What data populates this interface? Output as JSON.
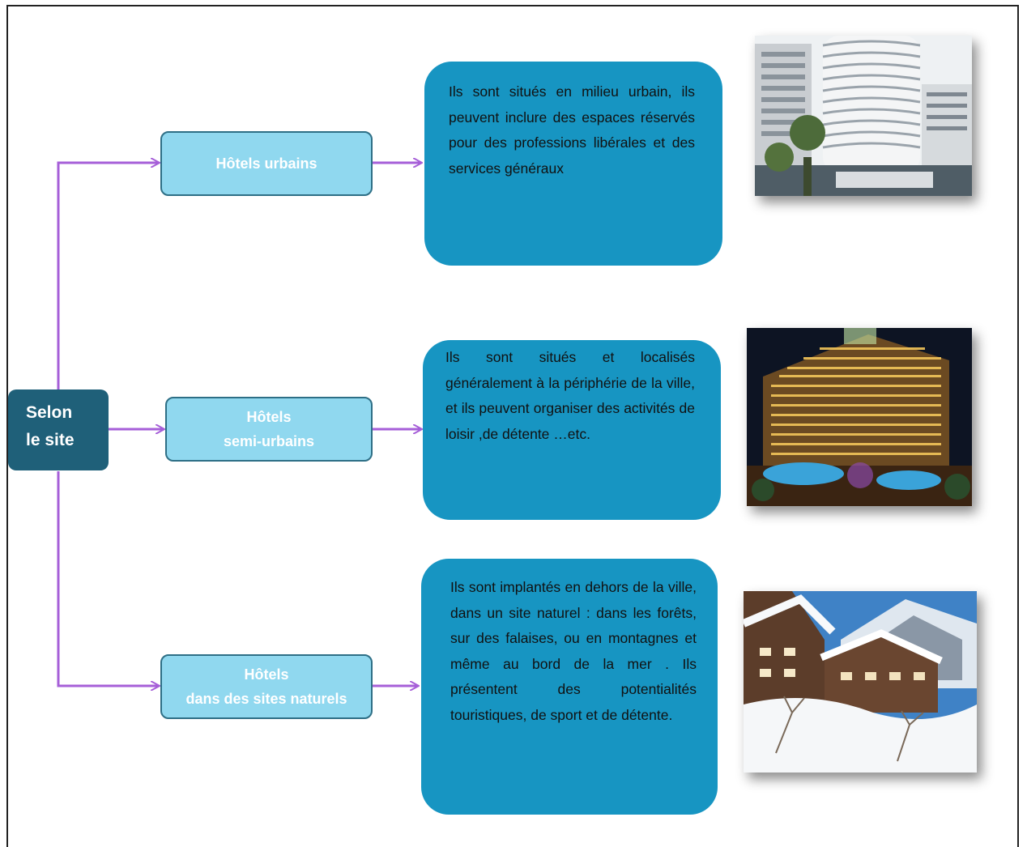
{
  "root": {
    "line1": "Selon",
    "line2": "le site"
  },
  "categories": [
    {
      "lines": [
        "Hôtels urbains"
      ]
    },
    {
      "lines": [
        "Hôtels",
        "semi-urbains"
      ]
    },
    {
      "lines": [
        "Hôtels",
        "dans des sites naturels"
      ]
    }
  ],
  "descriptions": [
    "Ils sont situés en milieu urbain, ils peuvent inclure des espaces réservés pour des professions libérales et des services généraux",
    "Ils sont situés et localisés généralement à la périphérie de la ville, et ils peuvent organiser des activités de loisir ,de détente …etc.",
    "Ils sont implantés en dehors de la ville, dans un site naturel : dans les forêts, sur des falaises, ou en montagnes et même au bord de la mer . Ils présentent des potentialités touristiques, de sport et de détente."
  ],
  "photos": [
    {
      "subject": "urban-hotel-towers"
    },
    {
      "subject": "night-resort-hotel"
    },
    {
      "subject": "snowy-mountain-chalet-hotel"
    }
  ],
  "colors": {
    "connector": "#a65fd8",
    "root": "#1f6079",
    "category": "#90d8ef",
    "description": "#1795c2"
  }
}
